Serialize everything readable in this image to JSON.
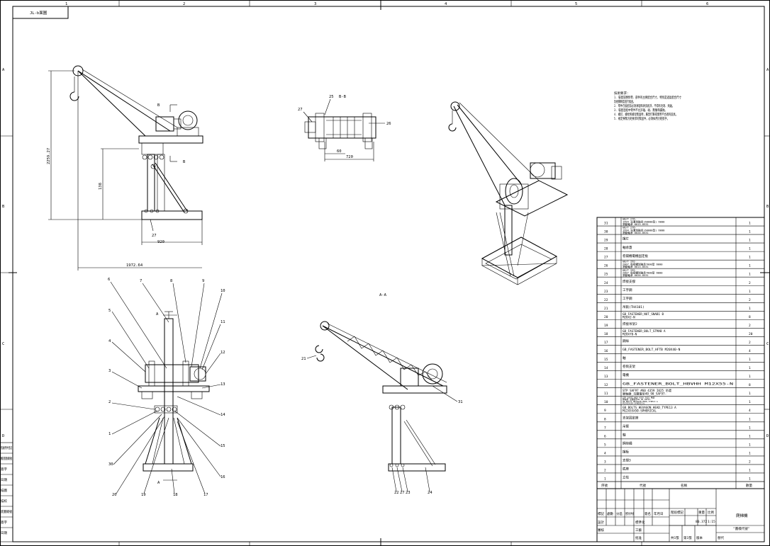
{
  "frame": {
    "col_numbers": [
      "1",
      "2",
      "3",
      "4",
      "5",
      "6"
    ],
    "row_letters": [
      "A",
      "B",
      "C",
      "D"
    ],
    "top_left_label": "JL-b面圖"
  },
  "views": {
    "front_view": {
      "dim_height": "2259.27",
      "dim_inner": "138",
      "dim_base": "920",
      "dim_overall": "1972.64",
      "section_mark": "B",
      "balloon": "27"
    },
    "section_bb": {
      "title": "B-B",
      "balloons": [
        "25",
        "27",
        "26"
      ],
      "dim_a": "60",
      "dim_b": "720"
    },
    "side_view": {
      "section_mark": "A",
      "balloons": [
        "6",
        "7",
        "8",
        "9",
        "10",
        "5",
        "11",
        "4",
        "12",
        "3",
        "13",
        "2",
        "14",
        "1",
        "15",
        "30",
        "16",
        "20",
        "19",
        "18",
        "17"
      ]
    },
    "section_aa": {
      "title": "A-A",
      "balloons": [
        "21",
        "31",
        "22",
        "27",
        "23",
        "24"
      ]
    }
  },
  "tech_notes": [
    "技術要求：",
    "1. 裝配前應對零、部件的主要配合尺寸，特別是過盈配合尺寸",
    "   及相關精度進行復查。",
    "2. 零件在裝配前必須清理和清洗乾淨，不得有毛刺、飛邊。",
    "3. 裝配過程中零件不允許磕、碰、劃傷和鏽蝕。",
    "4. 螺釘、螺栓和螺母緊固時，嚴禁打擊或使用不合適的旋具。",
    "5. 規定擰緊力矩要求的緊固件，必須採用力矩扳手。"
  ],
  "bom": {
    "rows": [
      {
        "no": "31",
        "name": "GB/T 276-\n1994 深溝球軸承(60000型) 6000\n滾動軸承 6013-8531",
        "qty": "1"
      },
      {
        "no": "30",
        "name": "GB/T 276-\n1994 深溝球軸承(60000型) 6000\n滾動軸承 6020-8531",
        "qty": "1"
      },
      {
        "no": "29",
        "name": "擋片",
        "qty": "1"
      },
      {
        "no": "28",
        "name": "軸承蓋",
        "qty": "1"
      },
      {
        "no": "27",
        "name": "卷揚機電機固定板",
        "qty": "1"
      },
      {
        "no": "26",
        "name": "GB/T 292-\n2007 角接觸球軸承7000型 6000\n滾動軸承 6013-8531",
        "qty": "1"
      },
      {
        "no": "25",
        "name": "GB/T 292-\n2007 角接觸球軸承7000型 6000\n滾動軸承 6020-8531",
        "qty": "1"
      },
      {
        "no": "24",
        "name": "焊接支撐",
        "qty": "2"
      },
      {
        "no": "23",
        "name": "工字鋼",
        "qty": "1"
      },
      {
        "no": "22",
        "name": "工字鋼",
        "qty": "2"
      },
      {
        "no": "21",
        "name": "吊鉤(TH4101)",
        "qty": "1"
      },
      {
        "no": "20",
        "name": "GB_FASTENER_NUT_SNAB1 B\nM20X2-N",
        "qty": "8"
      },
      {
        "no": "19",
        "name": "焊接吊架2",
        "qty": "2"
      },
      {
        "no": "18",
        "name": "GB_FASTENER_BOLT_STMAB A\nM20X70-N",
        "qty": "20"
      },
      {
        "no": "17",
        "name": "鋼絲",
        "qty": "2"
      },
      {
        "no": "16",
        "name": "GB_FASTENER_BOLT_HFTB M20X40-N",
        "qty": "4"
      },
      {
        "no": "15",
        "name": "軸",
        "qty": "1"
      },
      {
        "no": "14",
        "name": "卷筒支架",
        "qty": "1"
      },
      {
        "no": "13",
        "name": "電機",
        "qty": "1"
      },
      {
        "no": "12",
        "name": "GB_FASTENER_BOLT_HBVHH M12X55-N",
        "qty": "8"
      },
      {
        "no": "11",
        "name": "STP SAF97 #60 4359 I025 吊環\n聯軸器_法蘭盤型40_90_SAF97-",
        "qty": "1"
      },
      {
        "no": "10",
        "name": "STP SAF97 #60 4359 I025 吊環\n聯軸器_法蘭盤型40_90_SAF97-\nGB_BOLTS_HEXAGON_HEAD_TYPE13 A\nM12X55X50-SPHERICAL",
        "qty": "1"
      },
      {
        "no": "9",
        "name": "GB_BOLTS_HEXAGON_HEAD_TYPE13 A\nM12X55X50-SPHERICAL",
        "qty": "4"
      },
      {
        "no": "8",
        "name": "支架固定座",
        "qty": "1"
      },
      {
        "no": "7",
        "name": "吊臂",
        "qty": "1"
      },
      {
        "no": "6",
        "name": "軸",
        "qty": "1"
      },
      {
        "no": "5",
        "name": "鋼絲繩",
        "qty": "1"
      },
      {
        "no": "4",
        "name": "擋板",
        "qty": "1"
      },
      {
        "no": "3",
        "name": "支撐3",
        "qty": "2"
      },
      {
        "no": "2",
        "name": "底座",
        "qty": "1"
      },
      {
        "no": "1",
        "name": "立柱",
        "qty": "1"
      }
    ],
    "header": {
      "no": "序號",
      "code": "代號",
      "name": "名稱",
      "qty": "數量"
    }
  },
  "title_block": {
    "labels": {
      "mark": "標記",
      "count": "處數",
      "zone": "分區",
      "change_doc": "更改文件號",
      "sign": "簽名",
      "date": "年月日",
      "design": "設計",
      "check": "審核",
      "process": "工藝",
      "approve": "批准",
      "std": "標準化",
      "stage": "階段標記",
      "weight": "重量",
      "scale": "比例",
      "sheet_total": "共1張",
      "sheet_no": "第1張",
      "version": "版本",
      "replace": "替代"
    },
    "weight_value": "80.372",
    "scale_value": "1:15",
    "drawing_name": "爬梯機",
    "drawing_code": "\"圖樣代號\""
  },
  "left_strip": [
    "借通用件登記",
    "舊底圖總號",
    "簽字",
    "日期",
    "描圖",
    "描校",
    "底圖總號",
    "簽字",
    "日期"
  ]
}
